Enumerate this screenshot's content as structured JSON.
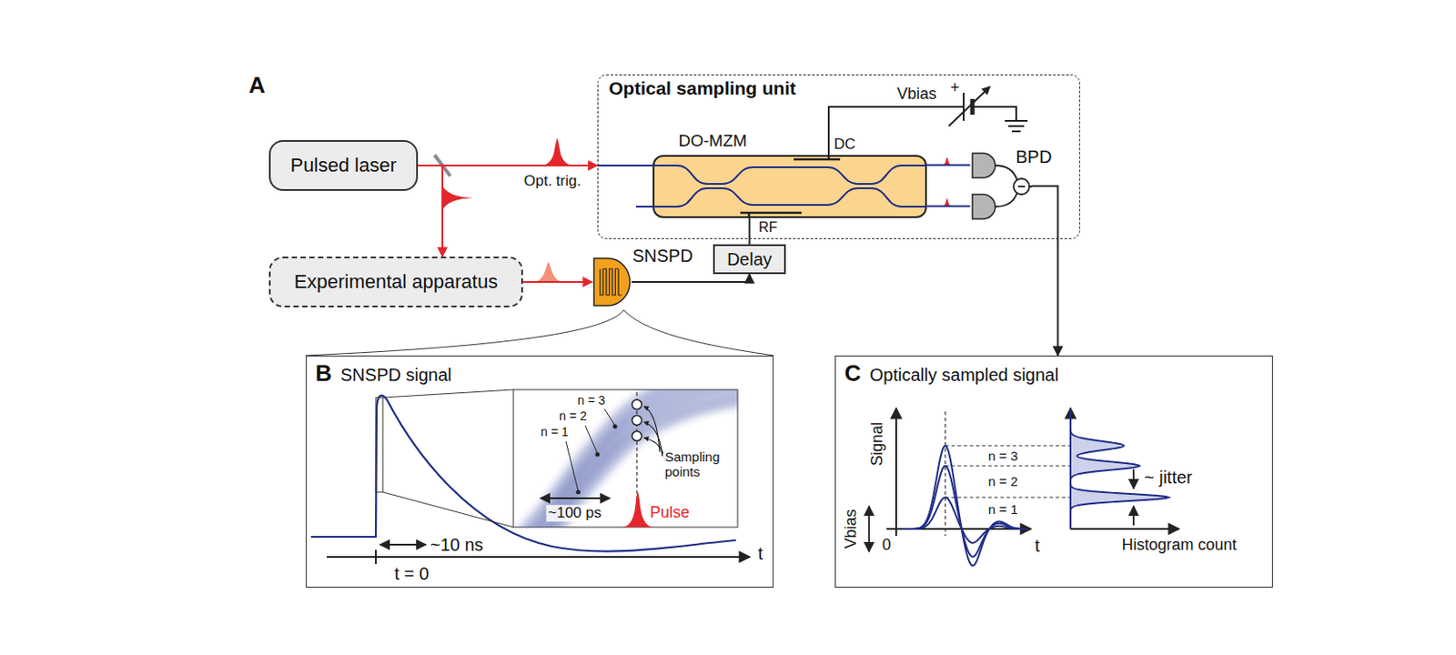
{
  "diagram": {
    "nodes": [
      {
        "text": [
          "Pulsed laser"
        ]
      },
      {
        "text": [
          "Optical sampling unit"
        ]
      },
      {
        "text": [
          "DO-MZM"
        ],
        "in": 1
      },
      {
        "text": [
          "Experimental apparatus"
        ]
      },
      {
        "text": [
          "SNSPD"
        ]
      },
      {
        "text": [
          "Delay"
        ]
      },
      {
        "text": [
          "BPD"
        ],
        "in": 1
      },
      {
        "text": [
          "B",
          "SNSPD signal"
        ]
      },
      {
        "text": [
          "C",
          "Optically sampled signal"
        ]
      }
    ],
    "edges": [
      {
        "from": 0,
        "to": 1,
        "arrow": "to",
        "label": "Opt. trig."
      },
      {
        "from": 0,
        "to": 3,
        "arrow": "to"
      },
      {
        "from": 3,
        "to": 4,
        "arrow": "to"
      },
      {
        "from": 4,
        "to": 5,
        "arrow": "to"
      },
      {
        "from": 5,
        "to": 2,
        "arrow": "none"
      },
      {
        "from": 2,
        "to": 6,
        "arrow": "none"
      },
      {
        "from": 2,
        "to": 6,
        "arrow": "none"
      },
      {
        "from": 6,
        "to": 8,
        "arrow": "to"
      }
    ],
    "labels": [
      "A",
      "Vbias",
      "+",
      "DC",
      "RF",
      "n = 3",
      "n = 2",
      "n = 1",
      "Sampling points",
      "~100 ps",
      "Pulse",
      "~10 ns",
      "t",
      "t = 0",
      "Signal",
      "Vbias",
      "0",
      "t",
      "n = 3",
      "n = 2",
      "n = 1",
      "~ jitter",
      "Histogram count"
    ]
  }
}
